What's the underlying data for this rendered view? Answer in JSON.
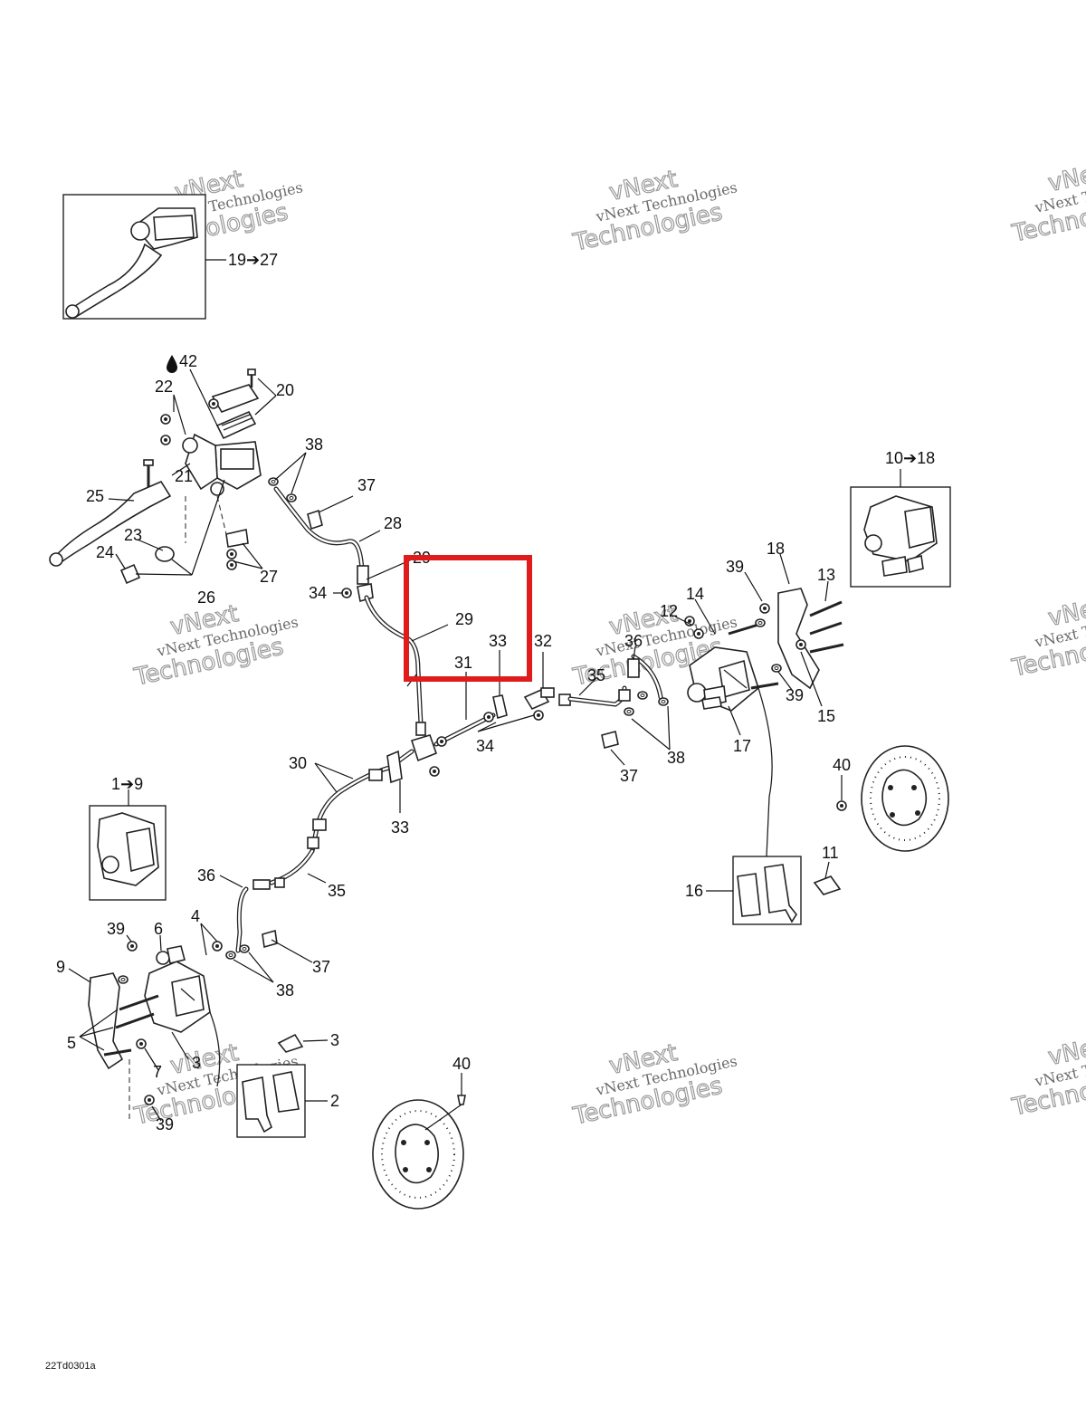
{
  "diagram": {
    "drawing_code": "22Td0301a",
    "watermark": {
      "line1": "vNext Technologies",
      "line2": "Technologies",
      "line3": "vNext"
    },
    "highlight_color": "#e01b1b",
    "callouts": {
      "c1_9": "1➔9",
      "c2": "2",
      "c3a": "3",
      "c3b": "3",
      "c4": "4",
      "c5": "5",
      "c6": "6",
      "c7": "7",
      "c9": "9",
      "c10_18": "10➔18",
      "c11": "11",
      "c12": "12",
      "c13": "13",
      "c14": "14",
      "c15": "15",
      "c16": "16",
      "c17": "17",
      "c18": "18",
      "c19_27": "19➔27",
      "c20": "20",
      "c21": "21",
      "c22": "22",
      "c23": "23",
      "c24": "24",
      "c25": "25",
      "c26": "26",
      "c27": "27",
      "c28": "28",
      "c29": "29",
      "c29b": "29",
      "c30": "30",
      "c31": "31",
      "c32": "32",
      "c33a": "33",
      "c33b": "33",
      "c34a": "34",
      "c34b": "34",
      "c35a": "35",
      "c35b": "35",
      "c36a": "36",
      "c36b": "36",
      "c37a": "37",
      "c37b": "37",
      "c37c": "37",
      "c38a": "38",
      "c38b": "38",
      "c38c": "38",
      "c39a": "39",
      "c39b": "39",
      "c39c": "39",
      "c39d": "39",
      "c40a": "40",
      "c40b": "40",
      "c42": "42"
    }
  }
}
